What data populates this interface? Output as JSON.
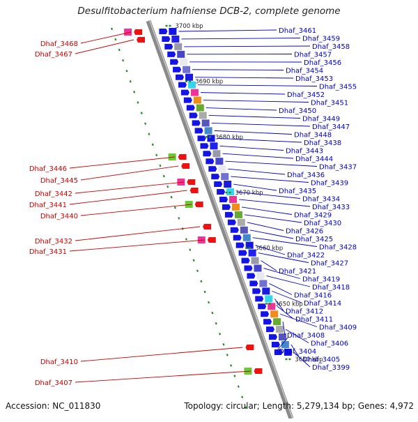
{
  "title": "Desulfitobacterium hafniense DCB-2, complete genome",
  "footer": {
    "accession": "Accession: NC_011830",
    "summary": "Topology: circular; Length: 5,279,134 bp; Genes: 4,972"
  },
  "colors": {
    "backbone": "#8a8a8a",
    "forward_label": "#0000cc",
    "reverse_label": "#cc0000",
    "forward_gene": "#1414e6",
    "reverse_gene": "#ee1111",
    "tick": "#2a8a2a"
  },
  "scale": {
    "unit": "kbp",
    "ticks": [
      {
        "kbp": 3700,
        "label": "3700 kbp"
      },
      {
        "kbp": 3690,
        "label": "3690 kbp"
      },
      {
        "kbp": 3680,
        "label": "3680 kbp"
      },
      {
        "kbp": 3670,
        "label": "3670 kbp"
      },
      {
        "kbp": 3660,
        "label": "3660 kbp"
      },
      {
        "kbp": 3650,
        "label": "3650 kbp"
      },
      {
        "kbp": 3640,
        "label": "3640 kbp"
      }
    ]
  },
  "forward_genes": [
    "Dhaf_3461",
    "Dhaf_3459",
    "Dhaf_3458",
    "Dhaf_3457",
    "Dhaf_3456",
    "Dhaf_3454",
    "Dhaf_3453",
    "Dhaf_3455",
    "Dhaf_3452",
    "Dhaf_3451",
    "Dhaf_3450",
    "Dhaf_3449",
    "Dhaf_3447",
    "Dhaf_3448",
    "Dhaf_3438",
    "Dhaf_3443",
    "Dhaf_3444",
    "Dhaf_3437",
    "Dhaf_3436",
    "Dhaf_3439",
    "Dhaf_3435",
    "Dhaf_3434",
    "Dhaf_3433",
    "Dhaf_3429",
    "Dhaf_3430",
    "Dhaf_3426",
    "Dhaf_3425",
    "Dhaf_3428",
    "Dhaf_3422",
    "Dhaf_3427",
    "Dhaf_3421",
    "Dhaf_3419",
    "Dhaf_3418",
    "Dhaf_3416",
    "Dhaf_3414",
    "Dhaf_3412",
    "Dhaf_3411",
    "Dhaf_3409",
    "Dhaf_3408",
    "Dhaf_3406",
    "Dhaf_3404",
    "Dhaf_3405",
    "Dhaf_3399"
  ],
  "reverse_genes": [
    "Dhaf_3468",
    "Dhaf_3467",
    "Dhaf_3446",
    "Dhaf_3445",
    "Dhaf_3442",
    "Dhaf_3441",
    "Dhaf_3440",
    "Dhaf_3432",
    "Dhaf_3431",
    "Dhaf_3410",
    "Dhaf_3407"
  ]
}
